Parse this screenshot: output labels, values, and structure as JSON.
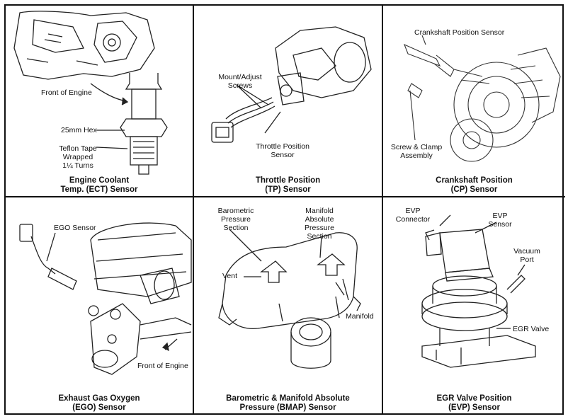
{
  "panels": [
    {
      "caption": [
        "Engine Coolant",
        "Temp. (ECT) Sensor"
      ],
      "labels": {
        "front_of_engine": "Front of Engine",
        "hex": "25mm Hex",
        "teflon_1": "Teflon Tape",
        "teflon_2": "Wrapped",
        "teflon_3": "1¼ Turns"
      }
    },
    {
      "caption": [
        "Throttle Position",
        "(TP) Sensor"
      ],
      "labels": {
        "mount_1": "Mount/Adjust",
        "mount_2": "Screws",
        "tps_1": "Throttle Position",
        "tps_2": "Sensor"
      }
    },
    {
      "caption": [
        "Crankshaft Position",
        "(CP) Sensor"
      ],
      "labels": {
        "cps": "Crankshaft Position Sensor",
        "screw_1": "Screw & Clamp",
        "screw_2": "Assembly"
      }
    },
    {
      "caption": [
        "Exhaust Gas Oxygen",
        "(EGO) Sensor"
      ],
      "labels": {
        "ego": "EGO Sensor",
        "front_of_engine": "Front of Engine"
      }
    },
    {
      "caption": [
        "Barometric & Manifold Absolute",
        "Pressure (BMAP) Sensor"
      ],
      "labels": {
        "baro_1": "Barometric",
        "baro_2": "Pressure",
        "baro_3": "Section",
        "map_1": "Manifold",
        "map_2": "Absolute",
        "map_3": "Pressure",
        "map_4": "Section",
        "vent": "Vent",
        "manifold": "Manifold"
      }
    },
    {
      "caption": [
        "EGR Valve Position",
        "(EVP) Sensor"
      ],
      "labels": {
        "evp_conn_1": "EVP",
        "evp_conn_2": "Connector",
        "evp_sensor_1": "EVP",
        "evp_sensor_2": "Sensor",
        "vac_1": "Vacuum",
        "vac_2": "Port",
        "egr_valve": "EGR Valve"
      }
    }
  ]
}
